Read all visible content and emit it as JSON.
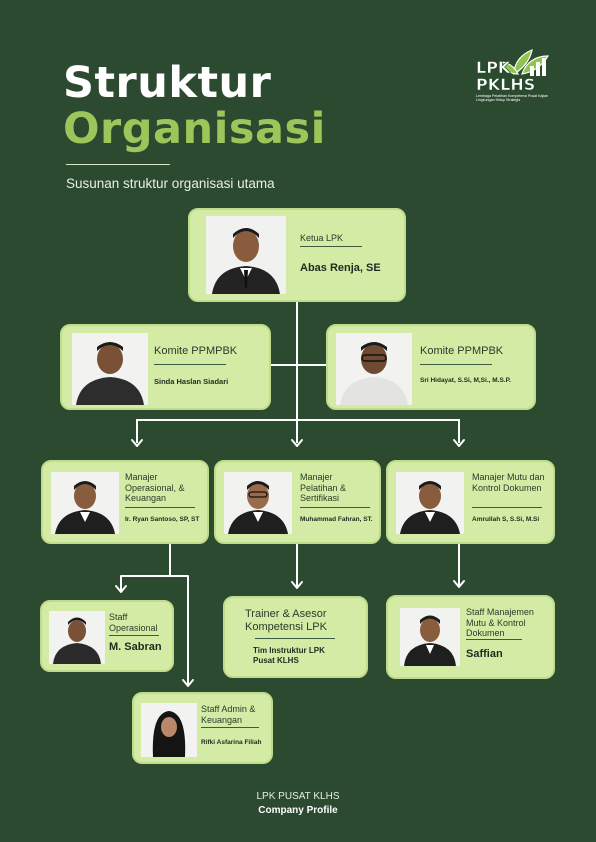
{
  "header": {
    "title_line1": "Struktur",
    "title_line2": "Organisasi",
    "subtitle": "Susunan struktur organisasi utama"
  },
  "logo": {
    "line1": "LPK",
    "line2": "PKLHS",
    "tagline": "Lembaga Pelatihan Kompetensi Pusat Kajian Lingkungan Hidup Strategis",
    "icon": "leaf-growth-icon"
  },
  "colors": {
    "background": "#2c4a30",
    "card": "#d3eba4",
    "accent": "#9cc65a"
  },
  "org": {
    "ketua": {
      "role": "Ketua LPK",
      "name": "Abas Renja, SE"
    },
    "komite_left": {
      "role": "Komite PPMPBK",
      "name": "Sinda Haslan Siadari"
    },
    "komite_right": {
      "role": "Komite PPMPBK",
      "name": "Sri Hidayat, S.Si, M,Si., M.S.P."
    },
    "manajer_ops": {
      "role": "Manajer Operasional, & Keuangan",
      "name": "Ir. Ryan Santoso, SP, ST"
    },
    "manajer_pelatihan": {
      "role": "Manajer Pelatihan & Sertifikasi",
      "name": "Muhammad Fahran, ST."
    },
    "manajer_mutu": {
      "role": "Manajer Mutu dan Kontrol Dokumen",
      "name": "Amrullah S, S.Si, M.Si"
    },
    "staff_ops": {
      "role": "Staff Operasional",
      "name": "M. Sabran"
    },
    "trainer": {
      "role": "Trainer & Asesor Kompetensi LPK",
      "name": "Tim Instruktur LPK Pusat KLHS"
    },
    "staff_mutu": {
      "role": "Staff Manajemen Mutu & Kontrol Dokumen",
      "name": "Saffian"
    },
    "staff_admin": {
      "role": "Staff Admin & Keuangan",
      "name": "Rifki Asfarina Filiah"
    }
  },
  "footer": {
    "line1": "LPK PUSAT KLHS",
    "line2": "Company Profile"
  }
}
